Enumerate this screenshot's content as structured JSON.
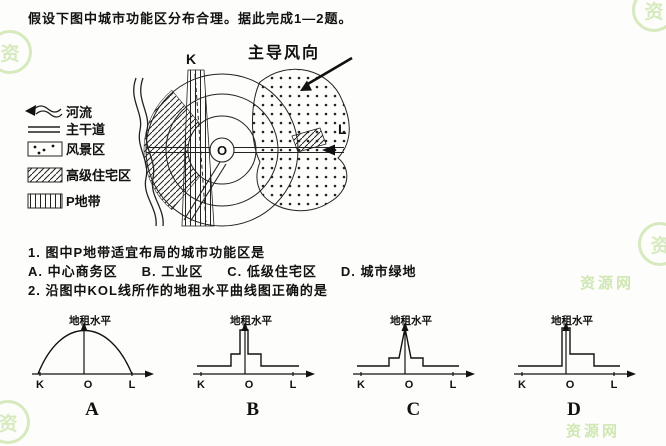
{
  "intro": "假设下图中城市功能区分布合理。据此完成1—2题。",
  "diagram": {
    "wind_label": "主导风向",
    "label_k": "K",
    "label_o": "O",
    "label_l": "L",
    "legend": [
      {
        "label": "河流"
      },
      {
        "label": "主干道"
      },
      {
        "label": "风景区"
      },
      {
        "label": "高级住宅区"
      },
      {
        "label": "P地带"
      }
    ]
  },
  "questions": [
    {
      "number": "1.",
      "text": "图中P地带适宜布局的城市功能区是",
      "options": [
        "A. 中心商务区",
        "B. 工业区",
        "C. 低级住宅区",
        "D. 城市绿地"
      ]
    },
    {
      "number": "2.",
      "text": "沿图中KOL线所作的地租水平曲线图正确的是"
    }
  ],
  "chart_data": [
    {
      "type": "line",
      "title": "A",
      "ylabel": "地租水平",
      "xticks": [
        "K",
        "O",
        "L"
      ],
      "curve": "smooth",
      "points": [
        [
          12,
          60
        ],
        [
          58,
          16
        ],
        [
          106,
          60
        ]
      ],
      "description": "rent falls smoothly and symmetrically from peak at O"
    },
    {
      "type": "line",
      "title": "B",
      "ylabel": "地租水平",
      "xticks": [
        "K",
        "O",
        "L"
      ],
      "curve": "steps",
      "points": [
        [
          10,
          52
        ],
        [
          44,
          52
        ],
        [
          44,
          40
        ],
        [
          53,
          40
        ],
        [
          53,
          16
        ],
        [
          61,
          16
        ],
        [
          61,
          40
        ],
        [
          74,
          40
        ],
        [
          74,
          52
        ],
        [
          112,
          52
        ]
      ],
      "description": "stepped rent with narrow tall spike at O"
    },
    {
      "type": "line",
      "title": "C",
      "ylabel": "地租水平",
      "xticks": [
        "K",
        "O",
        "L"
      ],
      "curve": "steps",
      "points": [
        [
          10,
          52
        ],
        [
          42,
          52
        ],
        [
          42,
          44
        ],
        [
          52,
          44
        ],
        [
          58,
          14
        ],
        [
          64,
          44
        ],
        [
          76,
          44
        ],
        [
          76,
          52
        ],
        [
          112,
          52
        ]
      ],
      "description": "stepped rent with sharp pointed peak at O"
    },
    {
      "type": "line",
      "title": "D",
      "ylabel": "地租水平",
      "xticks": [
        "K",
        "O",
        "L"
      ],
      "curve": "steps",
      "points": [
        [
          10,
          52
        ],
        [
          54,
          52
        ],
        [
          54,
          14
        ],
        [
          62,
          14
        ],
        [
          62,
          40
        ],
        [
          86,
          40
        ],
        [
          86,
          52
        ],
        [
          112,
          52
        ]
      ],
      "description": "flat low rent left of O, spike at O, medium plateau to the right"
    }
  ],
  "watermark": {
    "text": "资源网",
    "char": "资"
  }
}
